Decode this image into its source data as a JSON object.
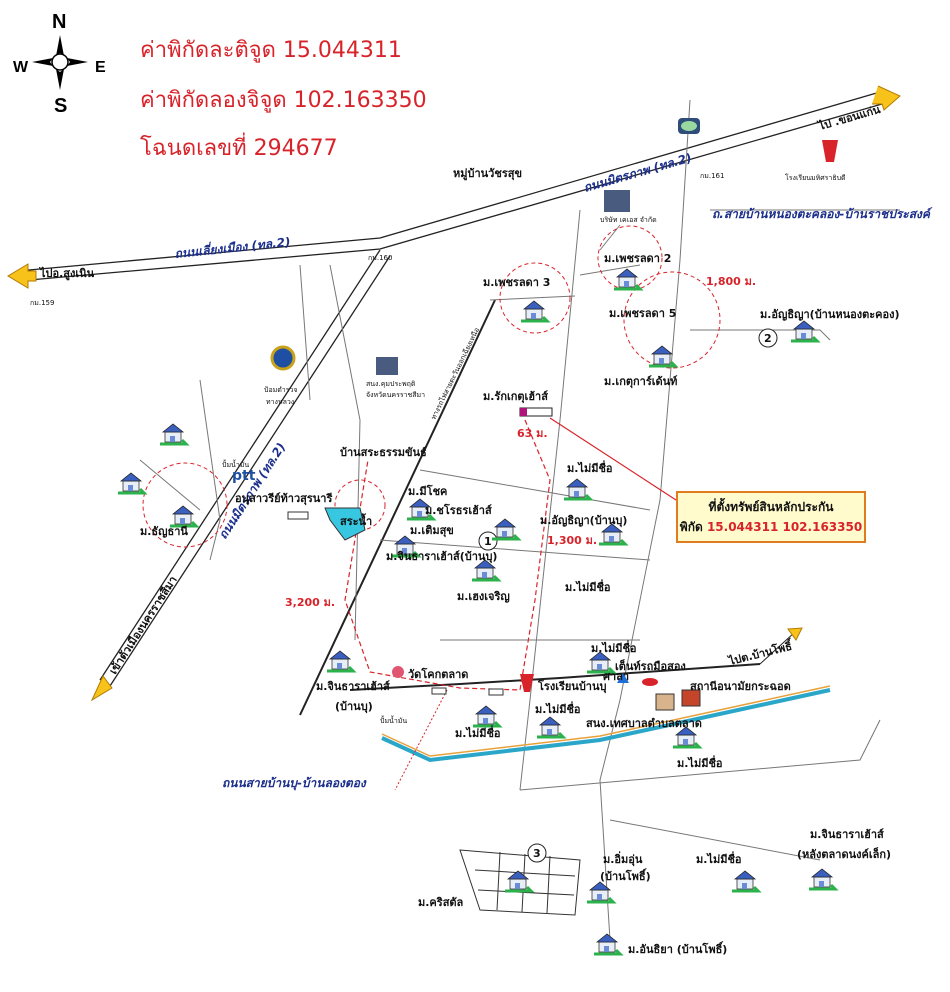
{
  "compass": {
    "n": "N",
    "s": "S",
    "e": "E",
    "w": "W"
  },
  "header": {
    "lat": "ค่าพิกัดละติจูด 15.044311",
    "lng": "ค่าพิกัดลองจิจูด 102.163350",
    "deed": "โฉนดเลขที่ 294677"
  },
  "callout": {
    "title": "ที่ตั้งทรัพย์สินหลักประกัน",
    "prefix": "พิกัด",
    "coords": "15.044311 102.163350"
  },
  "roads": {
    "mittraphap_top": "ถนนมิตรภาพ (ทล.2)",
    "bypass": "ถนนเลี่ยงเมือง (ทล.2)",
    "mittraphap_diag": "ถนนมิตรภาพ (ทล.2)",
    "railway": "ทางรถไฟสายตะวันออกเฉียงเหนือ",
    "bannong_road": "ถ.สายบ้านหนองตะคลอง-บ้านราชประสงค์",
    "banbu_road": "ถนนสายบ้านบุ-บ้านลองตอง",
    "to_khonkaen": "ไป .ขอนแก่น",
    "to_sungnoen": "ไปอ.สูงเนิน",
    "to_city": "เข้าตัวเมืองนครราชสีมา",
    "to_banphoe": "ไปต.บ้านโพธิ์"
  },
  "km_posts": {
    "k159": "กม.159",
    "k160": "กม.160",
    "k161": "กม.161"
  },
  "distances": {
    "d1800": "1,800 ม.",
    "d63": "63 ม.",
    "d1300": "1,300 ม.",
    "d3200": "3,200 ม."
  },
  "places": {
    "watcharasuk": "หมู่บ้านวัชรสุข",
    "school_top": "โรงเรียนมหิศราธิบดี",
    "kes": "บริษัท เคเอส จำกัด",
    "petchlada2": "ม.เพชรลดา 2",
    "petchlada3": "ม.เพชรลดา 3",
    "petchlada5": "ม.เพชรลดา 5",
    "anchitha_nongtakong": "ม.อัญธิญา(บ้านหนองตะคอง)",
    "ketgarden": "ม.เกตุการ์เด้นท์",
    "police": "ป้อมตำรวจ",
    "police2": "ทางหลวง",
    "natres": "สนง.คุมประพฤติ",
    "natres2": "จังหวัดนครราชสีมา",
    "rakket": "ม.รักเกตุเฮ้าส์",
    "sasatham": "บ้านสระธรรมขันธ์",
    "mainame1": "ม.ไม่มีชื่อ",
    "gas": "ปั้มน้ำมัน",
    "ptt": "ptt",
    "mechok": "ม.มีโชค",
    "chairot": "ม.ชโรธรเฮ้าส์",
    "anusawari": "อนุสาวรีย์ท้าวสุรนารี",
    "sranam": "สระน้ำ",
    "thanyathani": "ม.ธัญธานี",
    "termsuk": "ม.เติมสุข",
    "anchitha_banbu": "ม.อัญธิญา(บ้านบุ)",
    "jinthara_banbu": "ม.จินธาราเฮ้าส์(บ้านบุ)",
    "hengcharoen": "ม.เฮงเจริญ",
    "mainame2": "ม.ไม่มีชื่อ",
    "mainame3": "ม.ไม่มีชื่อ",
    "garage": "เต็นท์รถมือสอง",
    "sala": "ศาลา",
    "watkok": "วัดโคกตลาด",
    "jinthara2": "ม.จินธาราเฮ้าส์",
    "jinthara2b": "(บ้านบุ)",
    "gas2": "ปั้มน้ำมัน",
    "school_banbu": "โรงเรียนบ้านบุ",
    "health": "สถานีอนามัยกระฉอด",
    "mainame4": "ม.ไม่มีชื่อ",
    "mainame5": "ม.ไม่มีชื่อ",
    "tessaban": "สนง.เทศบาลตำบลตลาด",
    "mainame6": "ม.ไม่มีชื่อ",
    "imun": "ม.อิ่มอุ่น",
    "imun2": "(บ้านโพธิ์)",
    "mainame7": "ม.ไม่มีชื่อ",
    "jinthara3": "ม.จินธาราเฮ้าส์",
    "jinthara3b": "(หลังตลาดนงค์เล็ก)",
    "kristal": "ม.คริสตัล",
    "anthiya": "ม.อันธิยา (บ้านโพธิ์)"
  },
  "markers": {
    "m1": "1",
    "m2": "2",
    "m3": "3"
  },
  "colors": {
    "red": "#d8232a",
    "road": "#1c2f8c",
    "canal": "#2aa6c9"
  }
}
